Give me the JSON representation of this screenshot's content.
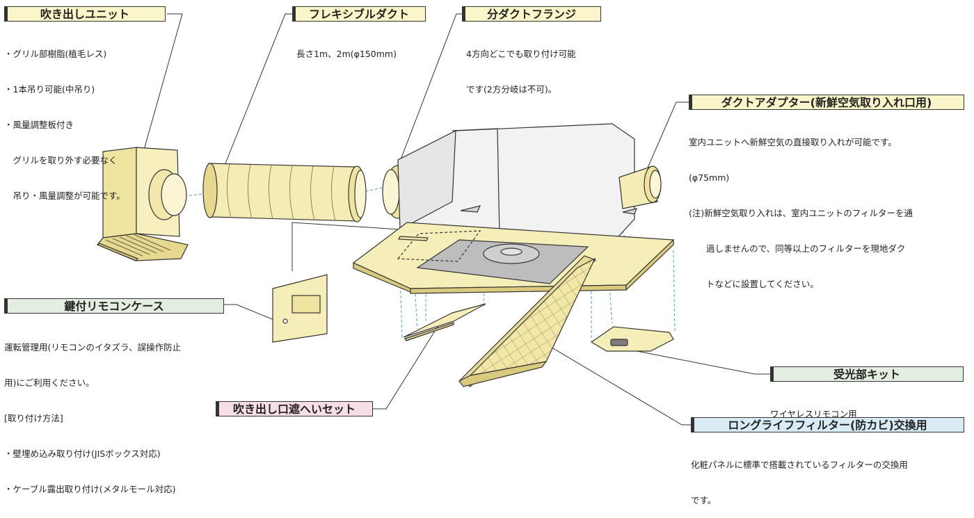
{
  "callouts": {
    "outlet_unit": {
      "title": "吹き出しユニット",
      "lines": [
        "・グリル部樹脂(植毛レス)",
        "・1本吊り可能(中吊り)",
        "・風量調整板付き",
        "　グリルを取り外す必要なく",
        "　吊り・風量調整が可能です。"
      ]
    },
    "flexible_duct": {
      "title": "フレキシブルダクト",
      "lines": [
        "長さ1m、2m(φ150mm)"
      ]
    },
    "branch_flange": {
      "title": "分ダクトフランジ",
      "lines": [
        "4方向どこでも取り付け可能",
        "です(2方分岐は不可)。"
      ]
    },
    "duct_adapter": {
      "title": "ダクトアダプター(新鮮空気取り入れ口用)",
      "lines": [
        "室内ユニットへ新鮮空気の直接取り入れが可能です。",
        "(φ75mm)",
        "(注)新鮮空気取り入れは、室内ユニットのフィルターを通",
        "　　過しませんので、同等以上のフィルターを現地ダク",
        "　　トなどに設置してください。"
      ]
    },
    "remote_case": {
      "title": "鍵付リモコンケース",
      "lines": [
        "運転管理用(リモコンのイタズラ、誤操作防止",
        "用)にご利用ください。",
        "[取り付け方法]",
        "・壁埋め込み取り付け(JISボックス対応)",
        "・ケーブル露出取り付け(メタルモール対応)"
      ]
    },
    "outlet_shield": {
      "title": "吹き出し口遮へいセット"
    },
    "receiver_kit": {
      "title": "受光部キット",
      "lines": [
        "ワイヤレスリモコン用"
      ]
    },
    "long_life_filter": {
      "title": "ロングライフフィルター(防カビ)交換用",
      "lines": [
        "化粧パネルに標準で搭載されているフィルターの交換用",
        "です。"
      ]
    }
  },
  "colors": {
    "part_fill": "#f6eeb8",
    "part_shade": "#e2d490",
    "unit_body": "#f2f2f2",
    "outline": "#333333",
    "guide_line": "#3aa3cf"
  }
}
